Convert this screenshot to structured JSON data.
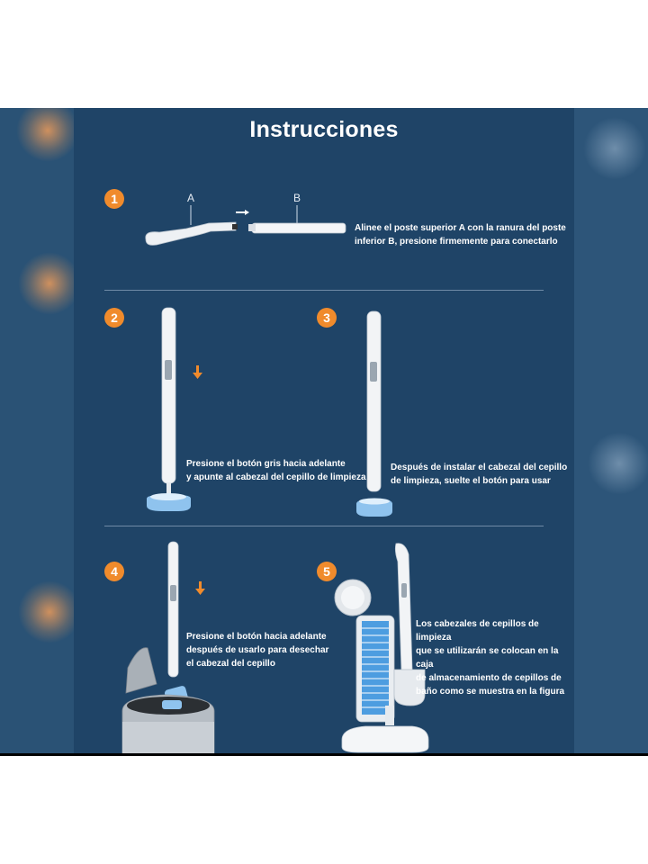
{
  "title": "Instrucciones",
  "steps": [
    {
      "number": "1",
      "text_lines": [
        "Alinee el poste superior A con la ranura del poste",
        "inferior B, presione firmemente para conectarlo"
      ],
      "labels": [
        "A",
        "B"
      ]
    },
    {
      "number": "2",
      "text_lines": [
        "Presione el botón gris hacia adelante",
        "y apunte al cabezal del cepillo de limpieza"
      ]
    },
    {
      "number": "3",
      "text_lines": [
        "Después de instalar el cabezal del cepillo",
        "de limpieza, suelte el botón para usar"
      ]
    },
    {
      "number": "4",
      "text_lines": [
        "Presione el botón hacia adelante",
        "después de usarlo para desechar",
        "el cabezal del cepillo"
      ]
    },
    {
      "number": "5",
      "text_lines": [
        "Los cabezales de cepillos de limpieza",
        "que se utilizarán se colocan en la caja",
        "de almacenamiento de cepillos de",
        "baño como se muestra en la figura"
      ]
    }
  ],
  "colors": {
    "background": "#1f4467",
    "badge": "#f08b2c",
    "text": "#ffffff",
    "brush_head": "#8fc3ee"
  }
}
